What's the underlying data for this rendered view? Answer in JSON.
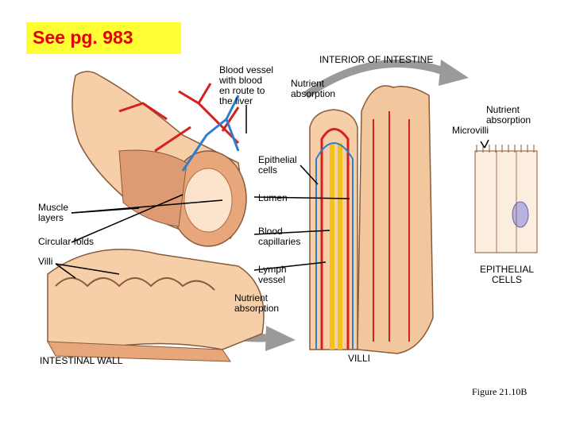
{
  "page_note": "See pg. 983",
  "labels": {
    "interior_of_intestine": "INTERIOR OF INTESTINE",
    "blood_vessel_liver": "Blood vessel\nwith blood\nen route to\nthe liver",
    "nutrient_absorption_top": "Nutrient\nabsorption",
    "nutrient_absorption_right": "Nutrient\nabsorption",
    "microvilli": "Microvilli",
    "epithelial_cells": "Epithelial\ncells",
    "lumen": "Lumen",
    "muscle_layers": "Muscle\nlayers",
    "circular_folds": "Circular folds",
    "villi": "Villi",
    "blood_capillaries": "Blood\ncapillaries",
    "lymph_vessel": "Lymph\nvessel",
    "epithelial_cells_caps": "EPITHELIAL\nCELLS",
    "nutrient_absorption_bottom": "Nutrient\nabsorption",
    "intestinal_wall": "INTESTINAL WALL",
    "villi_caps": "VILLI"
  },
  "figure_caption": "Figure 21.10B",
  "colors": {
    "note_background": "#ffff33",
    "note_text": "#e60000",
    "tissue": "#f6cfa8",
    "tissue_dark": "#e8a77a",
    "blood": "#d62020",
    "vein": "#2a7fd0",
    "lymph": "#f2c21b",
    "arrow": "#9a9a9a"
  }
}
